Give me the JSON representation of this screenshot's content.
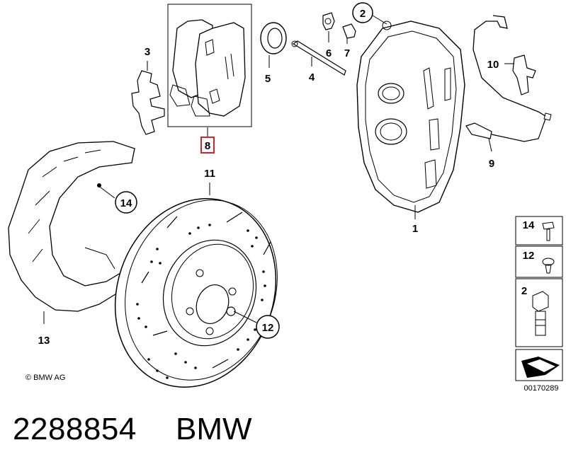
{
  "callouts": {
    "c1": "1",
    "c2": "2",
    "c3": "3",
    "c4": "4",
    "c5": "5",
    "c6": "6",
    "c7": "7",
    "c8": "8",
    "c9": "9",
    "c10": "10",
    "c11": "11",
    "c12": "12",
    "c13": "13",
    "c14": "14"
  },
  "legend": {
    "l14": "14",
    "l12": "12",
    "l2": "2"
  },
  "copyright": "© BMW AG",
  "diagram_code": "00170289",
  "footer": {
    "part_number": "2288854",
    "brand": "BMW"
  },
  "colors": {
    "highlight": "#d9222a",
    "line": "#000000",
    "background": "#ffffff"
  }
}
